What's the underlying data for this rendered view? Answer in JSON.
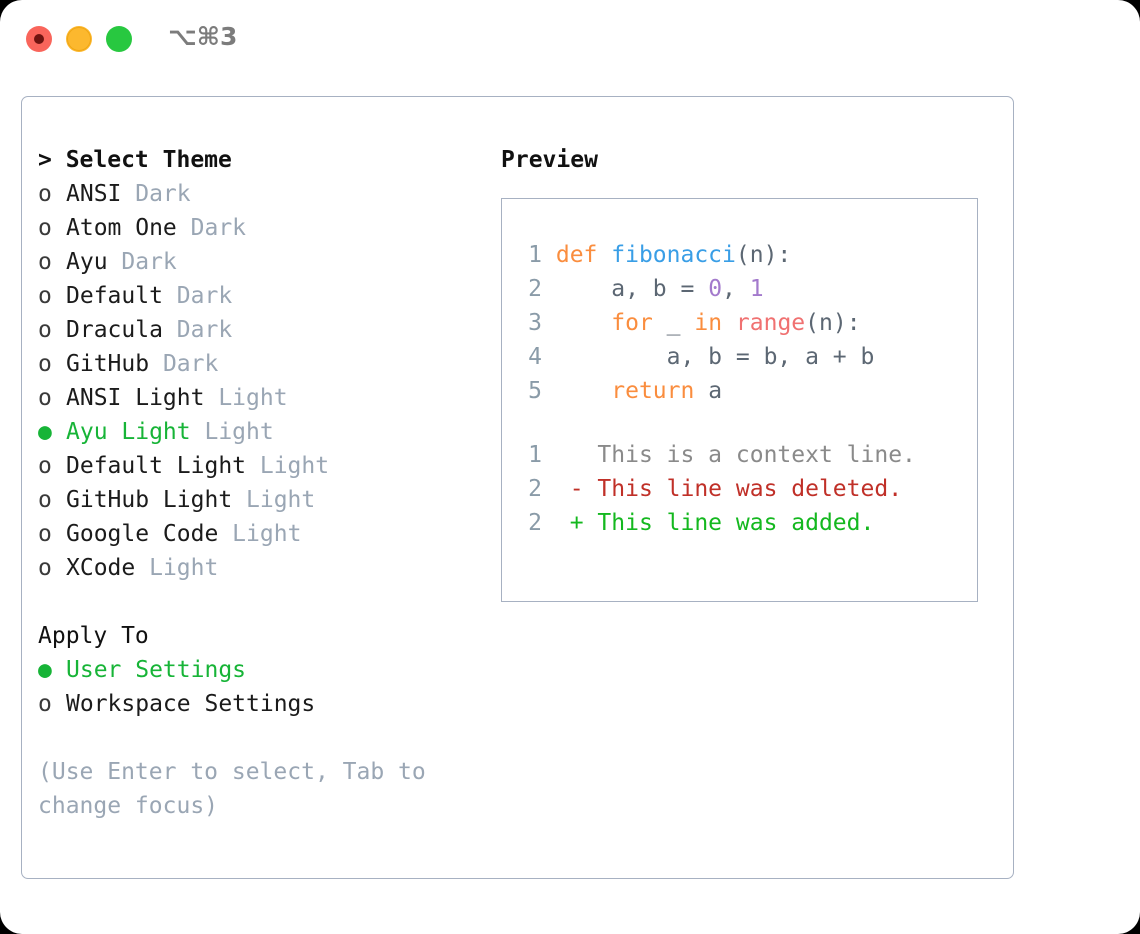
{
  "titlebar": {
    "shortcut": "⌥⌘3",
    "buttons": {
      "close": "close-window",
      "minimize": "minimize-window",
      "maximize": "maximize-window"
    }
  },
  "theme_picker": {
    "header": "> Select Theme",
    "focused": true,
    "options": [
      {
        "marker": "o",
        "label": "ANSI",
        "variant": "Dark",
        "selected": false
      },
      {
        "marker": "o",
        "label": "Atom One",
        "variant": "Dark",
        "selected": false
      },
      {
        "marker": "o",
        "label": "Ayu",
        "variant": "Dark",
        "selected": false
      },
      {
        "marker": "o",
        "label": "Default",
        "variant": "Dark",
        "selected": false
      },
      {
        "marker": "o",
        "label": "Dracula",
        "variant": "Dark",
        "selected": false
      },
      {
        "marker": "o",
        "label": "GitHub",
        "variant": "Dark",
        "selected": false
      },
      {
        "marker": "o",
        "label": "ANSI Light",
        "variant": "Light",
        "selected": false
      },
      {
        "marker": "●",
        "label": "Ayu Light",
        "variant": "Light",
        "selected": true
      },
      {
        "marker": "o",
        "label": "Default Light",
        "variant": "Light",
        "selected": false
      },
      {
        "marker": "o",
        "label": "GitHub Light",
        "variant": "Light",
        "selected": false
      },
      {
        "marker": "o",
        "label": "Google Code",
        "variant": "Light",
        "selected": false
      },
      {
        "marker": "o",
        "label": "XCode",
        "variant": "Light",
        "selected": false
      }
    ]
  },
  "apply_to": {
    "header": "Apply To",
    "focused": false,
    "options": [
      {
        "marker": "●",
        "label": "User Settings",
        "selected": true
      },
      {
        "marker": "o",
        "label": "Workspace Settings",
        "selected": false
      }
    ]
  },
  "hint": "(Use Enter to select, Tab to change focus)",
  "preview": {
    "title": "Preview",
    "code": [
      {
        "no": "1",
        "segments": [
          {
            "t": "def ",
            "c": "tok-kw"
          },
          {
            "t": "fibonacci",
            "c": "tok-fn"
          },
          {
            "t": "(n):",
            "c": "tok-txt"
          }
        ]
      },
      {
        "no": "2",
        "segments": [
          {
            "t": "    a, b = ",
            "c": "tok-txt"
          },
          {
            "t": "0",
            "c": "tok-num"
          },
          {
            "t": ", ",
            "c": "tok-txt"
          },
          {
            "t": "1",
            "c": "tok-num"
          }
        ]
      },
      {
        "no": "3",
        "segments": [
          {
            "t": "    ",
            "c": "tok-txt"
          },
          {
            "t": "for",
            "c": "tok-kw"
          },
          {
            "t": " _ ",
            "c": "tok-txt"
          },
          {
            "t": "in",
            "c": "tok-kw"
          },
          {
            "t": " ",
            "c": "tok-txt"
          },
          {
            "t": "range",
            "c": "tok-bi"
          },
          {
            "t": "(n):",
            "c": "tok-txt"
          }
        ]
      },
      {
        "no": "4",
        "segments": [
          {
            "t": "        a, b = b, a + b",
            "c": "tok-txt"
          }
        ]
      },
      {
        "no": "5",
        "segments": [
          {
            "t": "    ",
            "c": "tok-txt"
          },
          {
            "t": "return",
            "c": "tok-kw"
          },
          {
            "t": " a",
            "c": "tok-txt"
          }
        ]
      }
    ],
    "diff": [
      {
        "no": "1",
        "text": "  This is a context line.",
        "cls": "diff-ctx"
      },
      {
        "no": "2",
        "text": "- This line was deleted.",
        "cls": "diff-del"
      },
      {
        "no": "2",
        "text": "+ This line was added.",
        "cls": "diff-add"
      }
    ]
  }
}
